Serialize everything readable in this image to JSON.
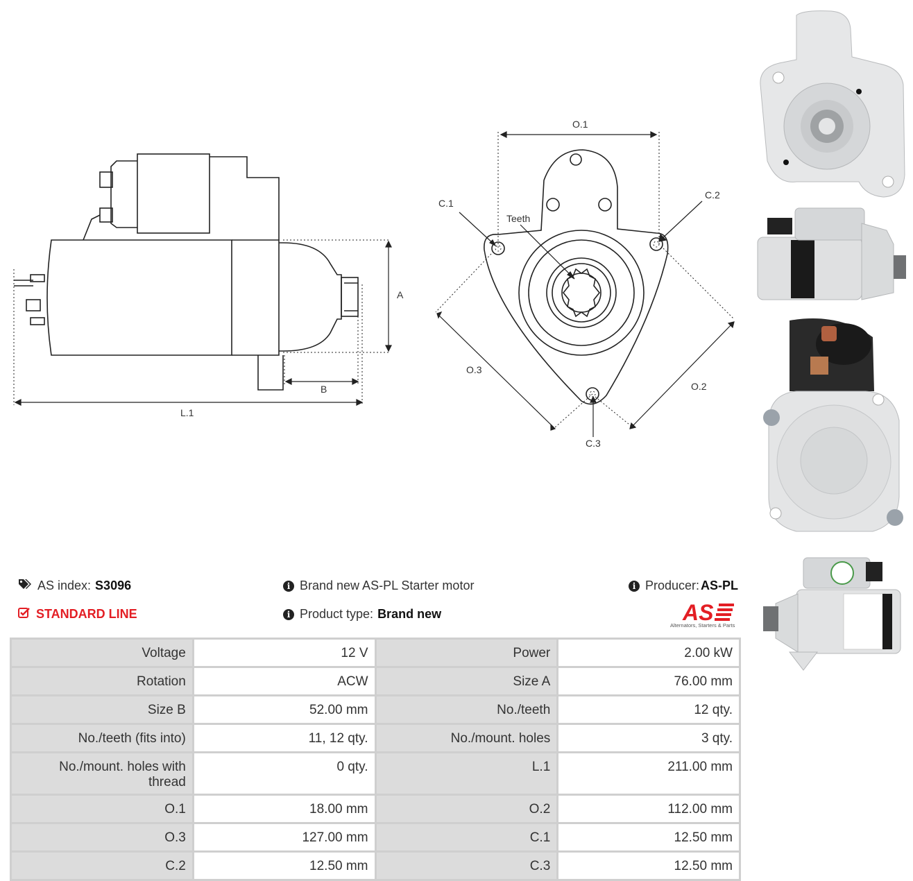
{
  "drawing": {
    "side_labels": {
      "a": "A",
      "b": "B",
      "l1": "L.1"
    },
    "front_labels": {
      "o1": "O.1",
      "o2": "O.2",
      "o3": "O.3",
      "c1": "C.1",
      "c2": "C.2",
      "c3": "C.3",
      "teeth": "Teeth"
    }
  },
  "header": {
    "as_index_label": "AS index:",
    "as_index_value": "S3096",
    "standard_line": "STANDARD LINE",
    "brand_new_text": "Brand new AS-PL Starter motor",
    "product_type_label": "Product type:",
    "product_type_value": "Brand new",
    "producer_label": "Producer:",
    "producer_value": "AS-PL"
  },
  "logo": {
    "text": "AS",
    "tagline": "Alternators, Starters & Parts",
    "color": "#e31e24"
  },
  "photos": [
    {
      "icon": "starter-front-view-photo"
    },
    {
      "icon": "starter-side-view-photo"
    },
    {
      "icon": "starter-rear-view-photo"
    },
    {
      "icon": "starter-side-label-photo"
    }
  ],
  "specs": [
    [
      {
        "k": "Voltage",
        "v": "12 V"
      },
      {
        "k": "Power",
        "v": "2.00 kW"
      }
    ],
    [
      {
        "k": "Rotation",
        "v": "ACW"
      },
      {
        "k": "Size A",
        "v": "76.00 mm"
      }
    ],
    [
      {
        "k": "Size B",
        "v": "52.00 mm"
      },
      {
        "k": "No./teeth",
        "v": "12 qty."
      }
    ],
    [
      {
        "k": "No./teeth (fits into)",
        "v": "11, 12 qty."
      },
      {
        "k": "No./mount. holes",
        "v": "3 qty."
      }
    ],
    [
      {
        "k": "No./mount. holes with thread",
        "v": "0 qty."
      },
      {
        "k": "L.1",
        "v": "211.00 mm"
      }
    ],
    [
      {
        "k": "O.1",
        "v": "18.00 mm"
      },
      {
        "k": "O.2",
        "v": "112.00 mm"
      }
    ],
    [
      {
        "k": "O.3",
        "v": "127.00 mm"
      },
      {
        "k": "C.1",
        "v": "12.50 mm"
      }
    ],
    [
      {
        "k": "C.2",
        "v": "12.50 mm"
      },
      {
        "k": "C.3",
        "v": "12.50 mm"
      }
    ]
  ]
}
